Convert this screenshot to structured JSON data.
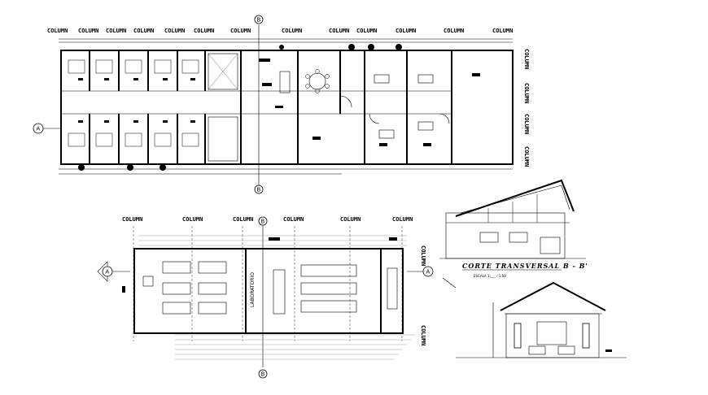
{
  "drawing": {
    "column_tag": "COLUMN",
    "axis_a": "A",
    "axis_b": "B",
    "classroom_label": "LABORATORIO",
    "section_title": "CORTE TRANSVERSAL B - B'",
    "section_scale": "ESCALA 1:___ / 1:50"
  }
}
